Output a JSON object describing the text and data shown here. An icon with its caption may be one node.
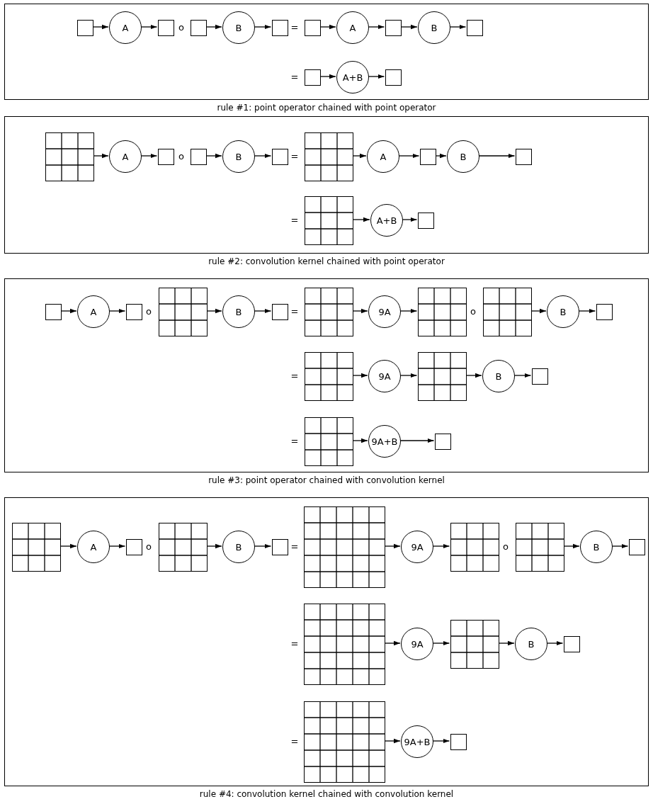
{
  "diagram": {
    "nodes": [
      {
        "text": [
          "rule #1: point operator chained with point operator"
        ]
      },
      {
        "text": [],
        "shape": "box",
        "in": 0
      },
      {
        "text": [
          "A"
        ],
        "in": 0
      },
      {
        "text": [],
        "shape": "box",
        "in": 0
      },
      {
        "text": [],
        "shape": "box",
        "in": 0
      },
      {
        "text": [
          "B"
        ],
        "in": 0
      },
      {
        "text": [],
        "shape": "box",
        "in": 0
      },
      {
        "text": [],
        "shape": "box",
        "in": 0
      },
      {
        "text": [
          "A"
        ],
        "in": 0
      },
      {
        "text": [],
        "shape": "box",
        "in": 0
      },
      {
        "text": [
          "B"
        ],
        "in": 0
      },
      {
        "text": [],
        "shape": "box",
        "in": 0
      },
      {
        "text": [],
        "shape": "box",
        "in": 0
      },
      {
        "text": [
          "A+B"
        ],
        "in": 0
      },
      {
        "text": [],
        "shape": "box",
        "in": 0
      },
      {
        "text": [
          "rule #2: convolution kernel chained with point operator"
        ]
      },
      {
        "text": [],
        "shape": "grid",
        "in": 15
      },
      {
        "text": [
          "A"
        ],
        "in": 15
      },
      {
        "text": [],
        "shape": "box",
        "in": 15
      },
      {
        "text": [],
        "shape": "box",
        "in": 15
      },
      {
        "text": [
          "B"
        ],
        "in": 15
      },
      {
        "text": [],
        "shape": "box",
        "in": 15
      },
      {
        "text": [],
        "shape": "grid",
        "in": 15
      },
      {
        "text": [
          "A"
        ],
        "in": 15
      },
      {
        "text": [],
        "shape": "box",
        "in": 15
      },
      {
        "text": [
          "B"
        ],
        "in": 15
      },
      {
        "text": [],
        "shape": "box",
        "in": 15
      },
      {
        "text": [],
        "shape": "grid",
        "in": 15
      },
      {
        "text": [
          "A+B"
        ],
        "in": 15
      },
      {
        "text": [],
        "shape": "box",
        "in": 15
      },
      {
        "text": [
          "rule #3: point operator chained with convolution kernel"
        ]
      },
      {
        "text": [],
        "shape": "box",
        "in": 30
      },
      {
        "text": [
          "A"
        ],
        "in": 30
      },
      {
        "text": [],
        "shape": "box",
        "in": 30
      },
      {
        "text": [],
        "shape": "grid",
        "in": 30
      },
      {
        "text": [
          "B"
        ],
        "in": 30
      },
      {
        "text": [],
        "shape": "box",
        "in": 30
      },
      {
        "text": [],
        "shape": "grid",
        "in": 30
      },
      {
        "text": [
          "9A"
        ],
        "in": 30
      },
      {
        "text": [],
        "shape": "grid",
        "in": 30
      },
      {
        "text": [],
        "shape": "grid",
        "in": 30
      },
      {
        "text": [
          "B"
        ],
        "in": 30
      },
      {
        "text": [],
        "shape": "box",
        "in": 30
      },
      {
        "text": [],
        "shape": "grid",
        "in": 30
      },
      {
        "text": [
          "9A"
        ],
        "in": 30
      },
      {
        "text": [],
        "shape": "grid",
        "in": 30
      },
      {
        "text": [
          "B"
        ],
        "in": 30
      },
      {
        "text": [],
        "shape": "box",
        "in": 30
      },
      {
        "text": [],
        "shape": "grid",
        "in": 30
      },
      {
        "text": [
          "9A+B"
        ],
        "in": 30
      },
      {
        "text": [],
        "shape": "box",
        "in": 30
      },
      {
        "text": [
          "rule #4: convolution kernel chained with convolution kernel"
        ]
      },
      {
        "text": [],
        "shape": "grid",
        "in": 51
      },
      {
        "text": [
          "A"
        ],
        "in": 51
      },
      {
        "text": [],
        "shape": "box",
        "in": 51
      },
      {
        "text": [],
        "shape": "grid",
        "in": 51
      },
      {
        "text": [
          "B"
        ],
        "in": 51
      },
      {
        "text": [],
        "shape": "box",
        "in": 51
      },
      {
        "text": [],
        "shape": "grid",
        "in": 51
      },
      {
        "text": [
          "9A"
        ],
        "in": 51
      },
      {
        "text": [],
        "shape": "grid",
        "in": 51
      },
      {
        "text": [],
        "shape": "grid",
        "in": 51
      },
      {
        "text": [
          "B"
        ],
        "in": 51
      },
      {
        "text": [],
        "shape": "box",
        "in": 51
      },
      {
        "text": [],
        "shape": "grid",
        "in": 51
      },
      {
        "text": [
          "9A"
        ],
        "in": 51
      },
      {
        "text": [],
        "shape": "grid",
        "in": 51
      },
      {
        "text": [
          "B"
        ],
        "in": 51
      },
      {
        "text": [],
        "shape": "box",
        "in": 51
      },
      {
        "text": [],
        "shape": "grid",
        "in": 51
      },
      {
        "text": [
          "9A+B"
        ],
        "in": 51
      },
      {
        "text": [],
        "shape": "box",
        "in": 51
      }
    ],
    "edges": [
      {
        "from": 1,
        "to": 2,
        "arrow": "to"
      },
      {
        "from": 2,
        "to": 3,
        "arrow": "to"
      },
      {
        "from": 4,
        "to": 5,
        "arrow": "to"
      },
      {
        "from": 5,
        "to": 6,
        "arrow": "to"
      },
      {
        "from": 7,
        "to": 8,
        "arrow": "to"
      },
      {
        "from": 8,
        "to": 9,
        "arrow": "to"
      },
      {
        "from": 9,
        "to": 10,
        "arrow": "to"
      },
      {
        "from": 10,
        "to": 11,
        "arrow": "to"
      },
      {
        "from": 12,
        "to": 13,
        "arrow": "to"
      },
      {
        "from": 13,
        "to": 14,
        "arrow": "to"
      },
      {
        "from": 16,
        "to": 17,
        "arrow": "to"
      },
      {
        "from": 17,
        "to": 18,
        "arrow": "to"
      },
      {
        "from": 19,
        "to": 20,
        "arrow": "to"
      },
      {
        "from": 20,
        "to": 21,
        "arrow": "to"
      },
      {
        "from": 22,
        "to": 23,
        "arrow": "to"
      },
      {
        "from": 23,
        "to": 24,
        "arrow": "to"
      },
      {
        "from": 24,
        "to": 25,
        "arrow": "to"
      },
      {
        "from": 25,
        "to": 26,
        "arrow": "to"
      },
      {
        "from": 27,
        "to": 28,
        "arrow": "to"
      },
      {
        "from": 28,
        "to": 29,
        "arrow": "to"
      },
      {
        "from": 31,
        "to": 32,
        "arrow": "to"
      },
      {
        "from": 32,
        "to": 33,
        "arrow": "to"
      },
      {
        "from": 34,
        "to": 35,
        "arrow": "to"
      },
      {
        "from": 35,
        "to": 36,
        "arrow": "to"
      },
      {
        "from": 37,
        "to": 38,
        "arrow": "to"
      },
      {
        "from": 38,
        "to": 39,
        "arrow": "to"
      },
      {
        "from": 40,
        "to": 41,
        "arrow": "to"
      },
      {
        "from": 41,
        "to": 42,
        "arrow": "to"
      },
      {
        "from": 43,
        "to": 44,
        "arrow": "to"
      },
      {
        "from": 44,
        "to": 45,
        "arrow": "to"
      },
      {
        "from": 45,
        "to": 46,
        "arrow": "to"
      },
      {
        "from": 46,
        "to": 47,
        "arrow": "to"
      },
      {
        "from": 48,
        "to": 49,
        "arrow": "to"
      },
      {
        "from": 49,
        "to": 50,
        "arrow": "to"
      },
      {
        "from": 52,
        "to": 53,
        "arrow": "to"
      },
      {
        "from": 53,
        "to": 54,
        "arrow": "to"
      },
      {
        "from": 55,
        "to": 56,
        "arrow": "to"
      },
      {
        "from": 56,
        "to": 57,
        "arrow": "to"
      },
      {
        "from": 58,
        "to": 59,
        "arrow": "to"
      },
      {
        "from": 59,
        "to": 60,
        "arrow": "to"
      },
      {
        "from": 61,
        "to": 62,
        "arrow": "to"
      },
      {
        "from": 62,
        "to": 63,
        "arrow": "to"
      },
      {
        "from": 64,
        "to": 65,
        "arrow": "to"
      },
      {
        "from": 65,
        "to": 66,
        "arrow": "to"
      },
      {
        "from": 66,
        "to": 67,
        "arrow": "to"
      },
      {
        "from": 67,
        "to": 68,
        "arrow": "to"
      },
      {
        "from": 69,
        "to": 70,
        "arrow": "to"
      },
      {
        "from": 70,
        "to": 71,
        "arrow": "to"
      }
    ],
    "labels": [
      "o",
      "=",
      "=",
      "o",
      "=",
      "=",
      "o",
      "=",
      "o",
      "=",
      "=",
      "o",
      "=",
      "o",
      "=",
      "="
    ]
  }
}
